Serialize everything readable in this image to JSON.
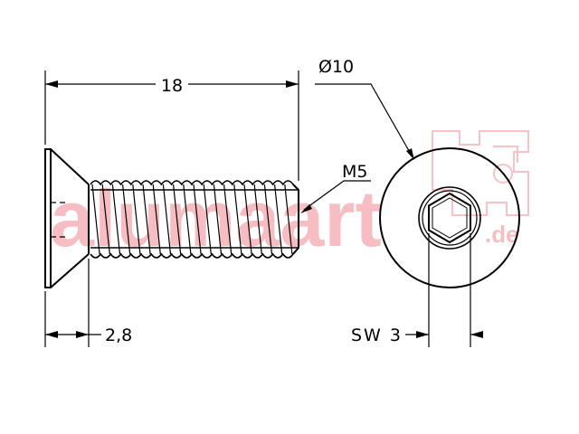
{
  "dimensions": {
    "length": "18",
    "head_diameter": "Ø10",
    "thread": "M5",
    "head_height": "2,8",
    "hex_socket": "SW 3"
  },
  "watermark": {
    "brand": "alumaart",
    "domain": ".de",
    "color": "#f4a7ae"
  },
  "colors": {
    "line": "#000000",
    "background": "#ffffff"
  }
}
